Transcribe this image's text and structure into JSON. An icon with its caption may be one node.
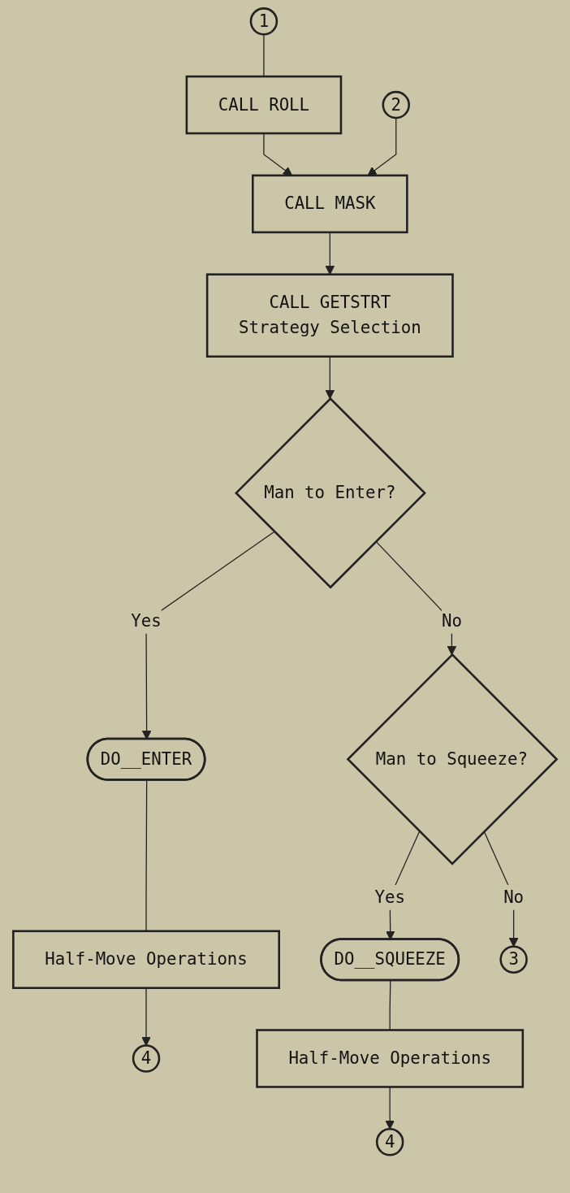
{
  "diagram": {
    "nodes": [
      {
        "text": [
          "1"
        ]
      },
      {
        "text": [
          "CALL ROLL"
        ]
      },
      {
        "text": [
          "2"
        ]
      },
      {
        "text": [
          "CALL MASK"
        ]
      },
      {
        "text": [
          "CALL GETSTRT",
          "Strategy Selection"
        ]
      },
      {
        "text": [
          "Man to Enter?"
        ]
      },
      {
        "text": [
          "DO__ENTER"
        ]
      },
      {
        "text": [
          "Half-Move Operations"
        ]
      },
      {
        "text": [
          "4"
        ]
      },
      {
        "text": [
          "Man to Squeeze?"
        ]
      },
      {
        "text": [
          "DO__SQUEEZE"
        ]
      },
      {
        "text": [
          "Half-Move Operations"
        ]
      },
      {
        "text": [
          "3"
        ]
      },
      {
        "text": [
          "4"
        ]
      }
    ],
    "edges": [
      {
        "from": 0,
        "to": 1,
        "arrow": "none"
      },
      {
        "from": 1,
        "to": 3,
        "arrow": "to"
      },
      {
        "from": 2,
        "to": 3,
        "arrow": "to"
      },
      {
        "from": 3,
        "to": 4,
        "arrow": "to"
      },
      {
        "from": 4,
        "to": 5,
        "arrow": "to"
      },
      {
        "from": 5,
        "to": 6,
        "arrow": "to",
        "label": "Yes"
      },
      {
        "from": 6,
        "to": 7,
        "arrow": "none"
      },
      {
        "from": 7,
        "to": 8,
        "arrow": "to"
      },
      {
        "from": 5,
        "to": 9,
        "arrow": "to",
        "label": "No"
      },
      {
        "from": 9,
        "to": 10,
        "arrow": "to",
        "label": "Yes"
      },
      {
        "from": 10,
        "to": 11,
        "arrow": "none"
      },
      {
        "from": 11,
        "to": 13,
        "arrow": "to"
      },
      {
        "from": 9,
        "to": 12,
        "arrow": "to",
        "label": "No"
      }
    ]
  }
}
